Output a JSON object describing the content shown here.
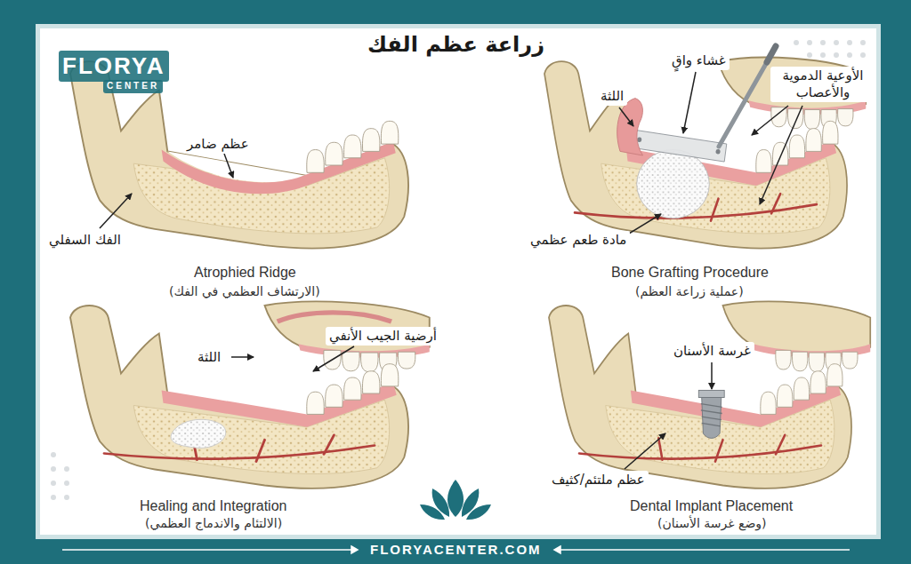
{
  "diagram": {
    "title": "زراعة عظم الفك",
    "labels": [
      "FLORYA",
      "CENTER",
      "عظم ضامر",
      "الفك السفلي",
      "Atrophied Ridge",
      "(الارتشاف العظمي في الفك)",
      "غشاء واقٍ",
      "اللثة",
      "الأوعية الدموية والأعصاب",
      "مادة طعم عظمي",
      "Bone Grafting Procedure",
      "(عملية زراعة العظم)",
      "أرضية الجيب الأنفي",
      "اللثة",
      "Healing and Integration",
      "(الالتئام والاندماج العظمي)",
      "غرسة الأسنان",
      "عظم ملتئم/كثيف",
      "Dental Implant Placement",
      "(وضع غرسة الأسنان)",
      "FLORYACENTER.COM"
    ]
  }
}
